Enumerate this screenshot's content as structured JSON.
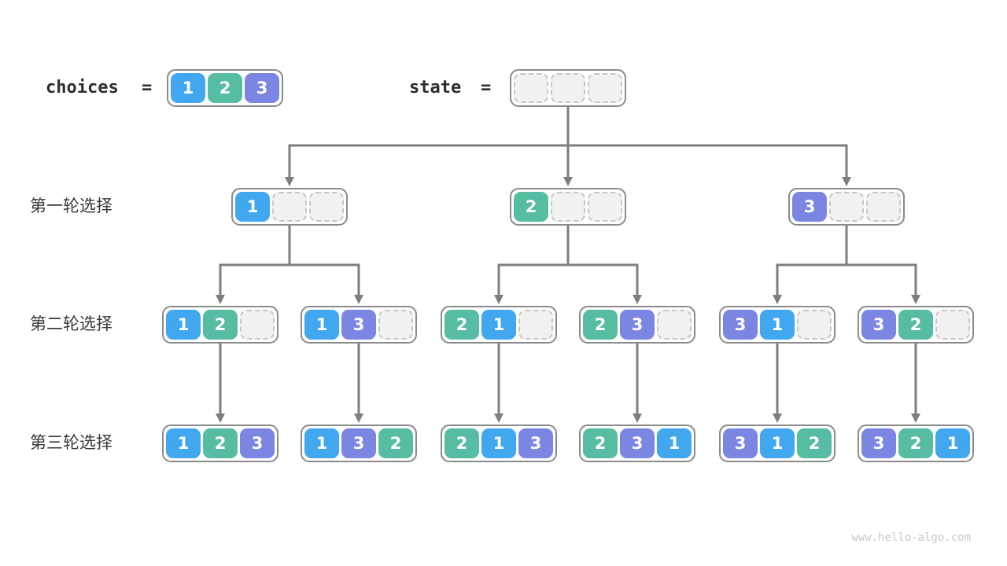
{
  "meta": {
    "watermark": "www.hello-algo.com"
  },
  "colors": {
    "1": "#41a8f0",
    "2": "#56bda2",
    "3": "#7b86e2",
    "empty_fill": "#f1f1f1",
    "empty_border": "#c7c7c7",
    "node_border": "#8a8a8a",
    "arrow": "#7e7e7e",
    "label_text": "#3a3a3a",
    "keyword_text": "#2d2d2d",
    "cell_text": "#ffffff",
    "watermark_text": "#c9c9c9"
  },
  "header": {
    "choices_label": "choices",
    "equals": "=",
    "choices_cells": [
      "1",
      "2",
      "3"
    ],
    "state_label": "state",
    "state_cells": [
      "",
      "",
      ""
    ]
  },
  "rows": [
    {
      "label": "第一轮选择",
      "nodes": [
        [
          "1",
          "",
          ""
        ],
        [
          "2",
          "",
          ""
        ],
        [
          "3",
          "",
          ""
        ]
      ]
    },
    {
      "label": "第二轮选择",
      "nodes": [
        [
          "1",
          "2",
          ""
        ],
        [
          "1",
          "3",
          ""
        ],
        [
          "2",
          "1",
          ""
        ],
        [
          "2",
          "3",
          ""
        ],
        [
          "3",
          "1",
          ""
        ],
        [
          "3",
          "2",
          ""
        ]
      ]
    },
    {
      "label": "第三轮选择",
      "nodes": [
        [
          "1",
          "2",
          "3"
        ],
        [
          "1",
          "3",
          "2"
        ],
        [
          "2",
          "1",
          "3"
        ],
        [
          "2",
          "3",
          "1"
        ],
        [
          "3",
          "1",
          "2"
        ],
        [
          "3",
          "2",
          "1"
        ]
      ]
    }
  ]
}
